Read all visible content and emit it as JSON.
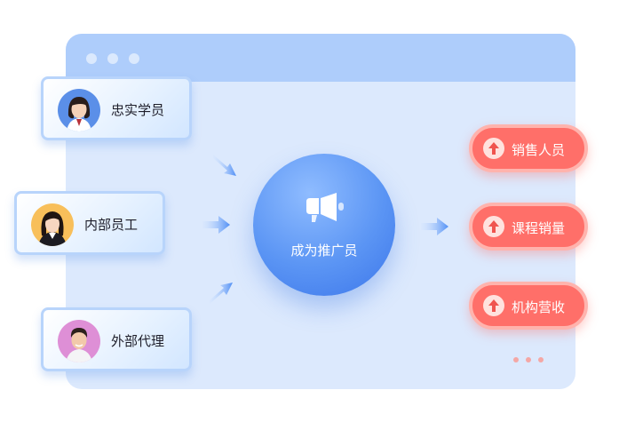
{
  "icons": {
    "window_controls": "three-dots",
    "hub": "megaphone-icon",
    "outcomes": "arrow-up-icon"
  },
  "colors": {
    "window_bg": "#dce9fd",
    "window_bar": "#aecdfb",
    "hub_blue": "#4f88f0",
    "outcome_red": "#ff6f69"
  },
  "sources": [
    {
      "label": "忠实学员",
      "avatar": "avatar-girl"
    },
    {
      "label": "内部员工",
      "avatar": "avatar-woman"
    },
    {
      "label": "外部代理",
      "avatar": "avatar-boy"
    }
  ],
  "hub": {
    "label": "成为推广员"
  },
  "outcomes": [
    {
      "label": "销售人员"
    },
    {
      "label": "课程销量"
    },
    {
      "label": "机构营收"
    }
  ]
}
